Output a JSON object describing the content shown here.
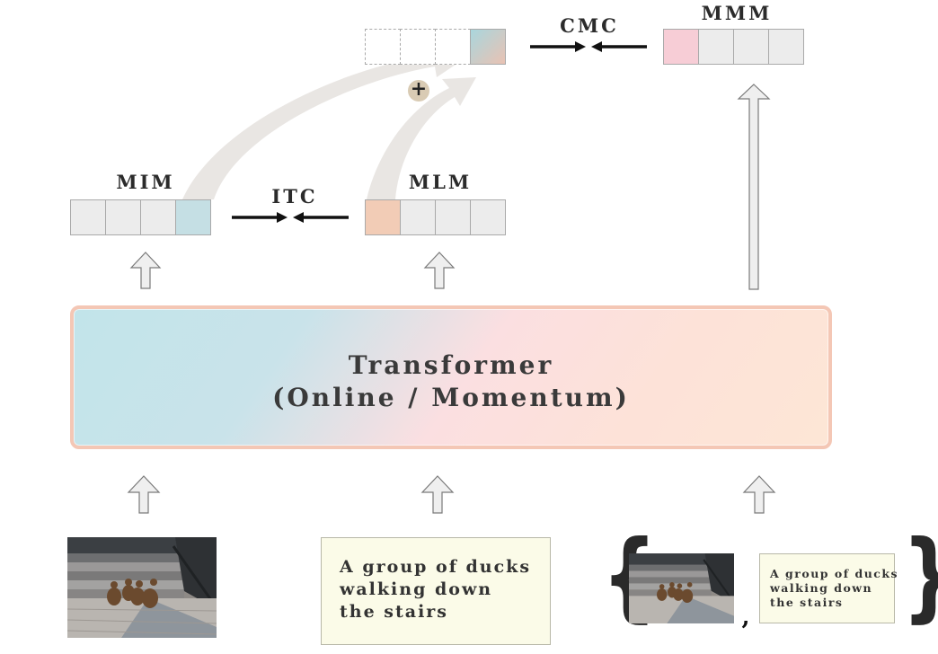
{
  "labels": {
    "mim": "MIM",
    "mlm": "MLM",
    "itc": "ITC",
    "cmc": "CMC",
    "mmm": "MMM",
    "plus": "+"
  },
  "transformer": {
    "line1": "Transformer",
    "line2": "(Online / Momentum)"
  },
  "inputs": {
    "text_caption": [
      "A group of ducks",
      "walking down",
      "the stairs"
    ],
    "pair_separator": ","
  },
  "colors": {
    "image_token": "#c5dfe4",
    "text_token": "#f2ccb6",
    "multimodal_token": "#f7cdd6",
    "empty_token": "#ececec",
    "arrow_fill": "#efefef",
    "caption_bg": "#fbfbe8"
  }
}
